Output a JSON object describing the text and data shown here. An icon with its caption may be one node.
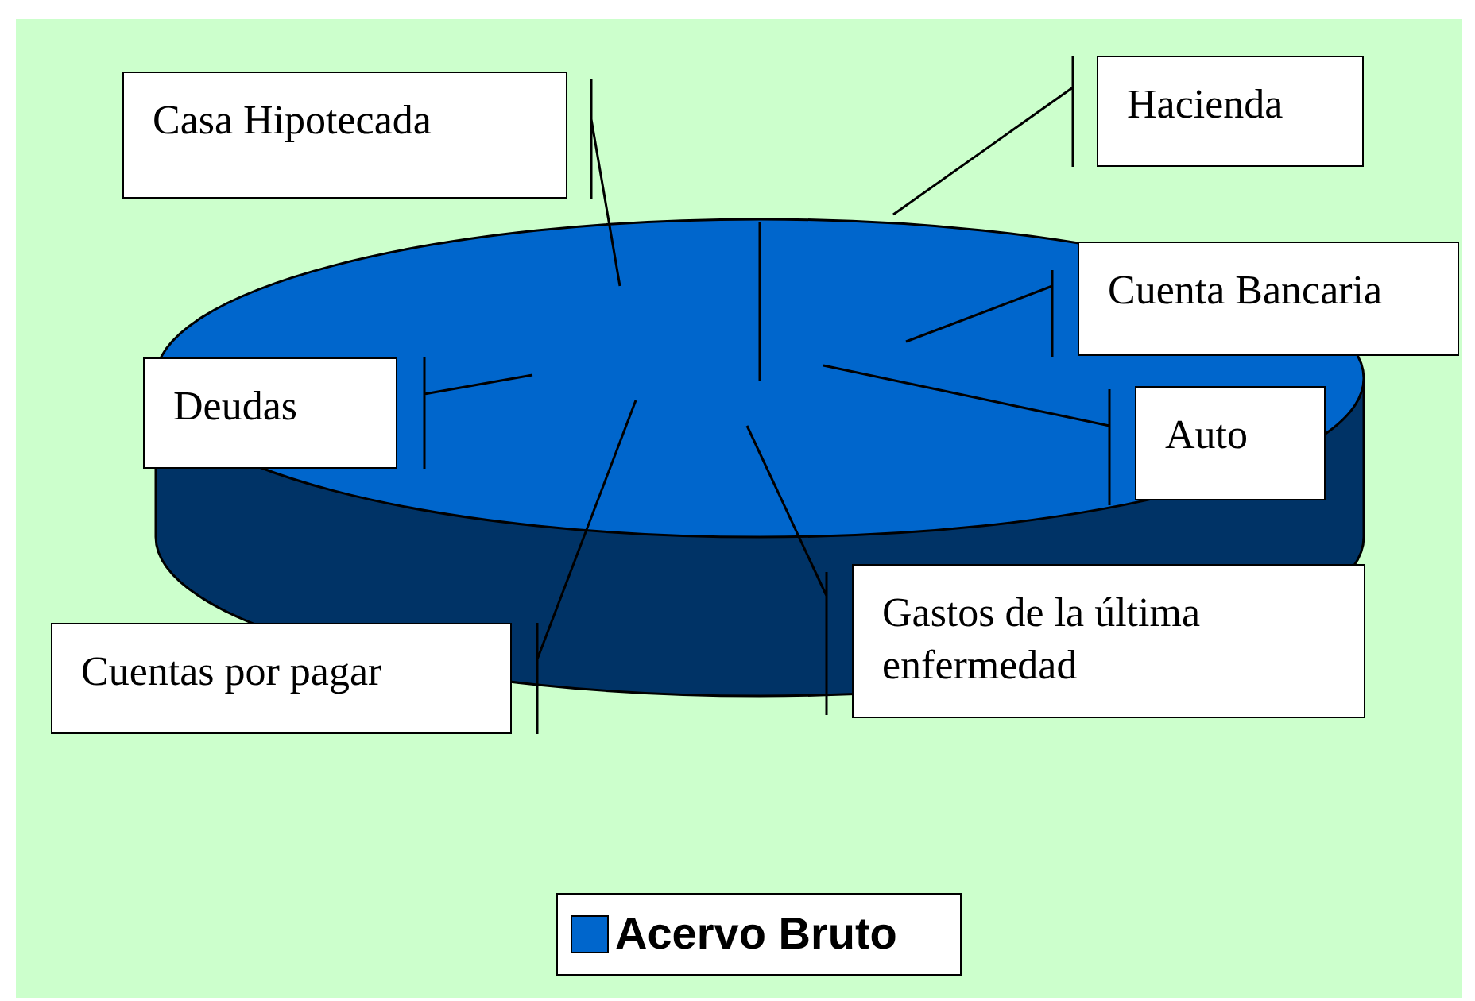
{
  "diagram": {
    "nodes": [
      {
        "text": [
          "Casa Hipotecada"
        ]
      },
      {
        "text": [
          "Hacienda"
        ]
      },
      {
        "text": [
          "Cuenta Bancaria"
        ]
      },
      {
        "text": [
          "Deudas"
        ]
      },
      {
        "text": [
          "Auto"
        ]
      },
      {
        "text": [
          "Gastos de la última enfermedad"
        ]
      },
      {
        "text": [
          "Cuentas por pagar"
        ]
      }
    ],
    "edges": [
      {
        "from": 0,
        "to": null,
        "arrow": "none"
      },
      {
        "from": 1,
        "to": null,
        "arrow": "none"
      },
      {
        "from": 2,
        "to": null,
        "arrow": "none"
      },
      {
        "from": 3,
        "to": null,
        "arrow": "none"
      },
      {
        "from": 4,
        "to": null,
        "arrow": "none"
      },
      {
        "from": 5,
        "to": null,
        "arrow": "none"
      },
      {
        "from": 6,
        "to": null,
        "arrow": "none"
      }
    ],
    "legend": [
      {
        "text": "Acervo Bruto",
        "color": "#0066cc"
      }
    ]
  }
}
